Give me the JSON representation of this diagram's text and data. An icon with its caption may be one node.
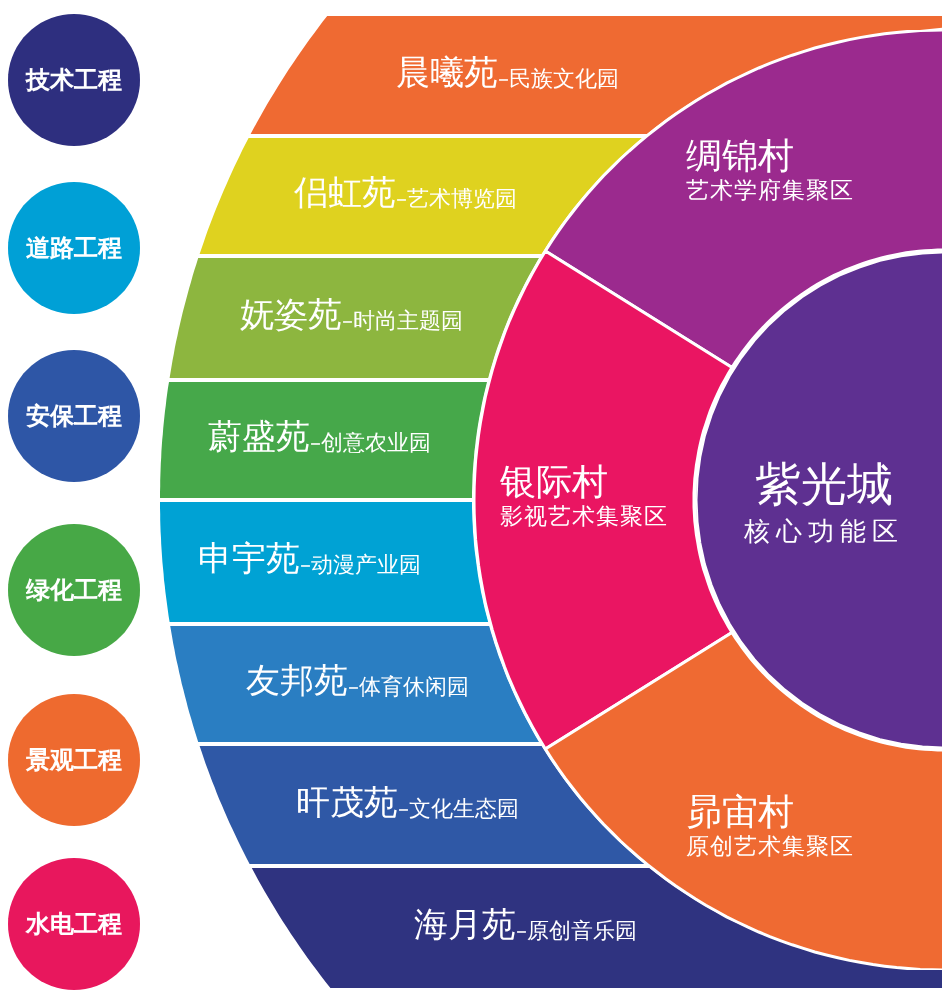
{
  "diagram": {
    "nodes": [
      {
        "text": [
          "技术工程"
        ]
      },
      {
        "text": [
          "道路工程"
        ]
      },
      {
        "text": [
          "安保工程"
        ]
      },
      {
        "text": [
          "绿化工程"
        ]
      },
      {
        "text": [
          "景观工程"
        ]
      },
      {
        "text": [
          "水电工程"
        ]
      },
      {
        "text": [
          "晨曦苑",
          "–民族文化园"
        ]
      },
      {
        "text": [
          "侣虹苑",
          "–艺术博览园"
        ]
      },
      {
        "text": [
          "妩姿苑",
          "–时尚主题园"
        ]
      },
      {
        "text": [
          "蔚盛苑",
          "–创意农业园"
        ]
      },
      {
        "text": [
          "申宇苑",
          "–动漫产业园"
        ]
      },
      {
        "text": [
          "友邦苑",
          "–体育休闲园"
        ]
      },
      {
        "text": [
          "旰茂苑",
          "–文化生态园"
        ]
      },
      {
        "text": [
          "海月苑",
          "–原创音乐园"
        ]
      },
      {
        "text": [
          "绸锦村",
          "艺术学府集聚区"
        ]
      },
      {
        "text": [
          "银际村",
          "影视艺术集聚区"
        ]
      },
      {
        "text": [
          "昴宙村",
          "原创艺术集聚区"
        ]
      },
      {
        "text": [
          "紫光城",
          "核心功能区"
        ]
      }
    ]
  }
}
